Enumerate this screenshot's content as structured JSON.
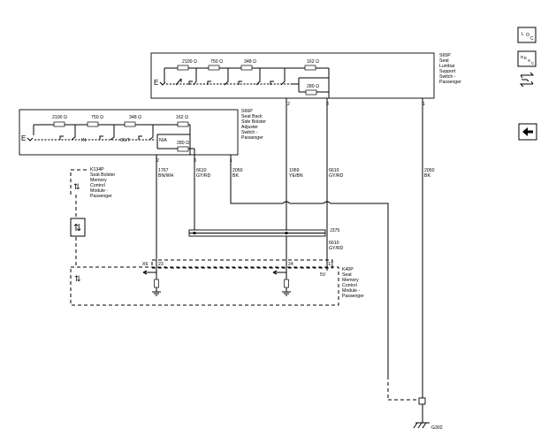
{
  "legend": {
    "loc_letters": [
      "L",
      "O",
      "C"
    ],
    "desc_letters": [
      "D",
      "E",
      "S",
      "C"
    ]
  },
  "s65p": {
    "label_lines": [
      "S65P",
      "Seat",
      "Lumbar",
      "Support",
      "Switch -",
      "Passenger"
    ],
    "resistors": [
      "2100 Ω",
      "750 Ω",
      "348 Ω",
      "162 Ω"
    ],
    "extra_resistor": "280 Ω",
    "pins": [
      "2",
      "3",
      "1"
    ]
  },
  "s66p": {
    "label_lines": [
      "S66P",
      "Seat Back",
      "Side Bolster",
      "Adjuster",
      "Switch -",
      "Passenger"
    ],
    "resistors": [
      "2100 Ω",
      "750 Ω",
      "348 Ω",
      "162 Ω"
    ],
    "extra_resistor": "280 Ω",
    "positions": [
      "IN",
      "OUT",
      "N/A"
    ],
    "pins": [
      "2",
      "3",
      "1"
    ]
  },
  "wires": [
    {
      "circuit": "1767",
      "color": "BN/WH"
    },
    {
      "circuit": "6610",
      "color": "GY/RD"
    },
    {
      "circuit": "2050",
      "color": "BK"
    },
    {
      "circuit": "1069",
      "color": "YE/BN"
    },
    {
      "circuit": "6610",
      "color": "GY/RD"
    },
    {
      "circuit": "2050",
      "color": "BK"
    },
    {
      "circuit": "6610",
      "color": "GY/RD"
    }
  ],
  "k134p": {
    "label_lines": [
      "K134P",
      "Seat Bolster",
      "Memory",
      "Control",
      "Module -",
      "Passenger"
    ]
  },
  "k40p": {
    "label_lines": [
      "K40P",
      "Seat",
      "Memory",
      "Control",
      "Module -",
      "Passenger"
    ],
    "connector": "X6",
    "pins": [
      "23",
      "24",
      "13"
    ],
    "voltage": "5V"
  },
  "splice": "J375",
  "ground": "G302"
}
